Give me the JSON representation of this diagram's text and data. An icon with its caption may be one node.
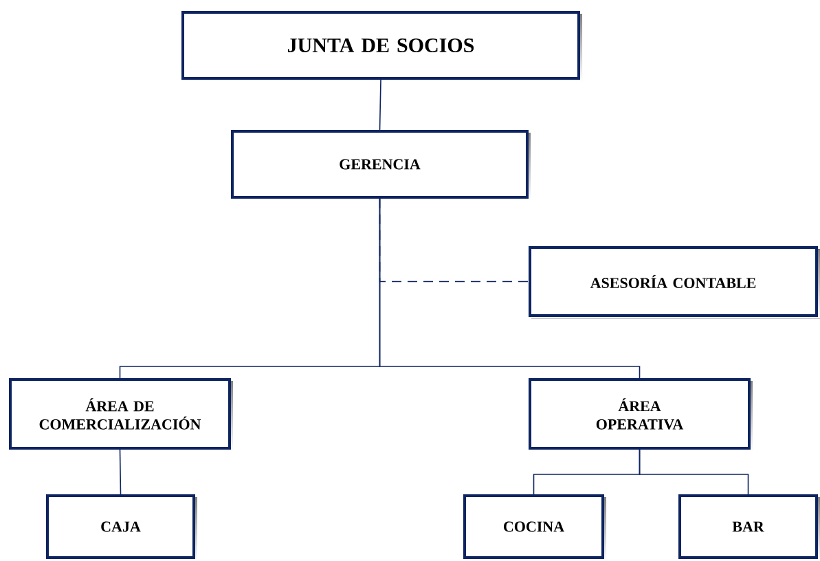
{
  "diagram": {
    "nodes": [
      {
        "text": [
          "JUNTA DE SOCIOS"
        ]
      },
      {
        "text": [
          "GERENCIA"
        ]
      },
      {
        "text": [
          "ASESORÍA CONTABLE"
        ]
      },
      {
        "text": [
          "ÁREA DE COMERCIALIZACIÓN"
        ]
      },
      {
        "text": [
          "ÁREA OPERATIVA"
        ]
      },
      {
        "text": [
          "CAJA"
        ]
      },
      {
        "text": [
          "COCINA"
        ]
      },
      {
        "text": [
          "BAR"
        ]
      }
    ],
    "edges": [
      {
        "from": 0,
        "to": 1,
        "arrow": "none"
      },
      {
        "from": 1,
        "to": 2,
        "arrow": "none",
        "style": "dashed"
      },
      {
        "from": 1,
        "to": 3,
        "arrow": "none"
      },
      {
        "from": 1,
        "to": 4,
        "arrow": "none"
      },
      {
        "from": 3,
        "to": 5,
        "arrow": "none"
      },
      {
        "from": 4,
        "to": 6,
        "arrow": "none"
      },
      {
        "from": 4,
        "to": 7,
        "arrow": "none"
      }
    ]
  }
}
